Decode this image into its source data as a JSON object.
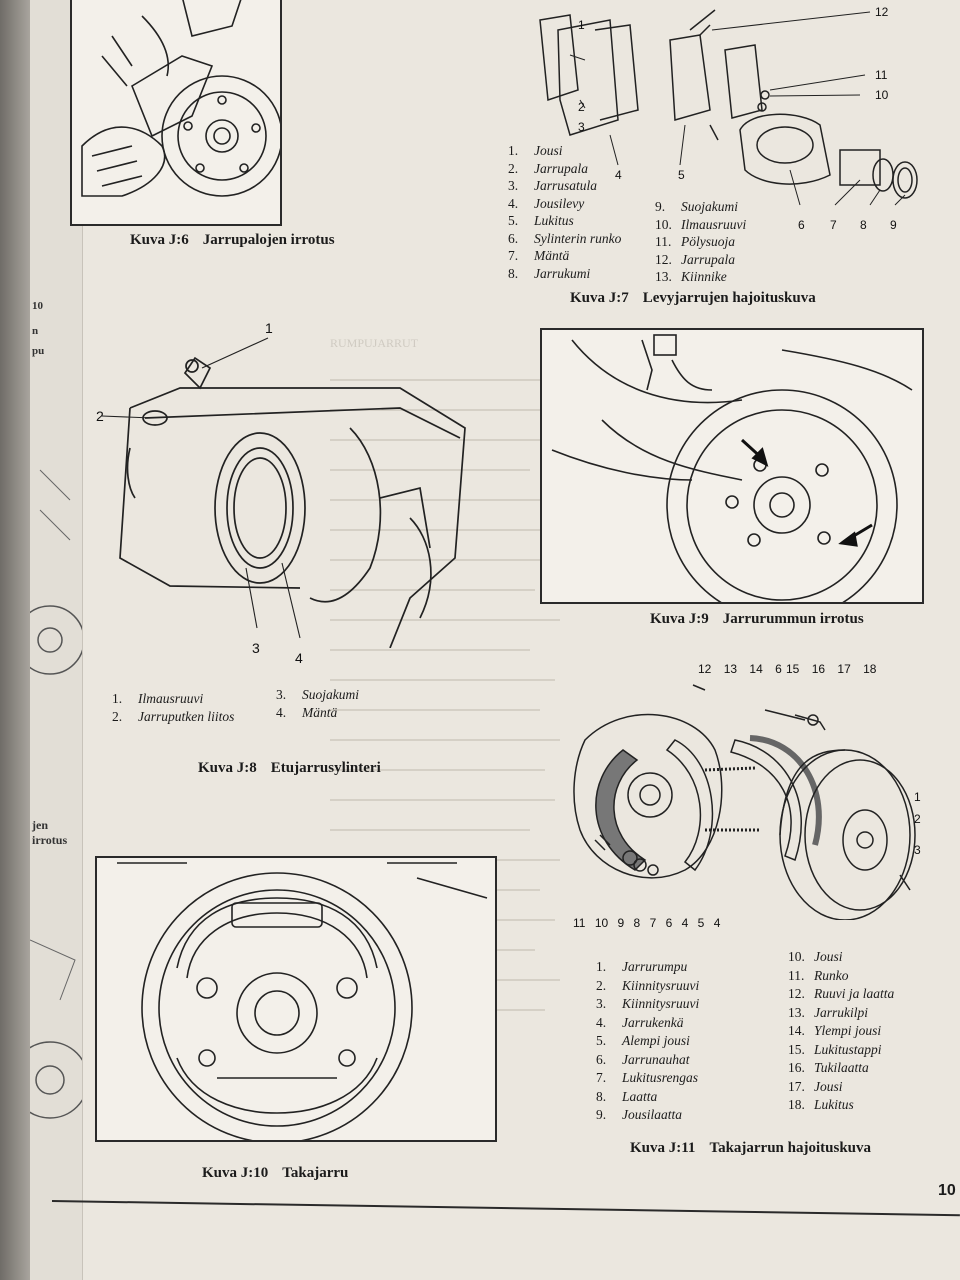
{
  "side_edge": {
    "labels": [
      "10",
      "n",
      "pu",
      "jen irrotus"
    ]
  },
  "fig_j6": {
    "caption_num": "Kuva J:6",
    "caption_title": "Jarrupalojen irrotus"
  },
  "fig_j7": {
    "caption_num": "Kuva J:7",
    "caption_title": "Levyjarrujen hajoituskuva",
    "callouts": [
      "1",
      "2",
      "3",
      "4",
      "5",
      "6",
      "7",
      "8",
      "9",
      "10",
      "11",
      "12"
    ],
    "legend_left": [
      {
        "n": "1.",
        "t": "Jousi"
      },
      {
        "n": "2.",
        "t": "Jarrupala"
      },
      {
        "n": "3.",
        "t": "Jarrusatula"
      },
      {
        "n": "4.",
        "t": "Jousilevy"
      },
      {
        "n": "5.",
        "t": "Lukitus"
      },
      {
        "n": "6.",
        "t": "Sylinterin runko"
      },
      {
        "n": "7.",
        "t": "Mäntä"
      },
      {
        "n": "8.",
        "t": "Jarrukumi"
      }
    ],
    "legend_right": [
      {
        "n": "9.",
        "t": "Suojakumi"
      },
      {
        "n": "10.",
        "t": "Ilmausruuvi"
      },
      {
        "n": "11.",
        "t": "Pölysuoja"
      },
      {
        "n": "12.",
        "t": "Jarrupala"
      },
      {
        "n": "13.",
        "t": "Kiinnike"
      }
    ]
  },
  "fig_j8": {
    "caption_num": "Kuva J:8",
    "caption_title": "Etujarrusylinteri",
    "callouts": [
      "1",
      "2",
      "3",
      "4"
    ],
    "legend_left": [
      {
        "n": "1.",
        "t": "Ilmausruuvi"
      },
      {
        "n": "2.",
        "t": "Jarruputken liitos"
      }
    ],
    "legend_right": [
      {
        "n": "3.",
        "t": "Suojakumi"
      },
      {
        "n": "4.",
        "t": "Mäntä"
      }
    ]
  },
  "fig_j9": {
    "caption_num": "Kuva J:9",
    "caption_title": "Jarrurummun irrotus"
  },
  "fig_j10": {
    "caption_num": "Kuva J:10",
    "caption_title": "Takajarru"
  },
  "fig_j11": {
    "caption_num": "Kuva J:11",
    "caption_title": "Takajarrun hajoituskuva",
    "callouts_top": [
      "12",
      "13",
      "14",
      "6",
      "15",
      "16",
      "17",
      "18"
    ],
    "callouts_bottom": [
      "11",
      "10",
      "9",
      "8",
      "7",
      "6",
      "4",
      "5",
      "4"
    ],
    "callouts_right": [
      "1",
      "2",
      "3"
    ],
    "legend_left": [
      {
        "n": "1.",
        "t": "Jarrurumpu"
      },
      {
        "n": "2.",
        "t": "Kiinnitysruuvi"
      },
      {
        "n": "3.",
        "t": "Kiinnitysruuvi"
      },
      {
        "n": "4.",
        "t": "Jarrukenkä"
      },
      {
        "n": "5.",
        "t": "Alempi jousi"
      },
      {
        "n": "6.",
        "t": "Jarrunauhat"
      },
      {
        "n": "7.",
        "t": "Lukitusrengas"
      },
      {
        "n": "8.",
        "t": "Laatta"
      },
      {
        "n": "9.",
        "t": "Jousilaatta"
      }
    ],
    "legend_right": [
      {
        "n": "10.",
        "t": "Jousi"
      },
      {
        "n": "11.",
        "t": "Runko"
      },
      {
        "n": "12.",
        "t": "Ruuvi ja laatta"
      },
      {
        "n": "13.",
        "t": "Jarrukilpi"
      },
      {
        "n": "14.",
        "t": "Ylempi jousi"
      },
      {
        "n": "15.",
        "t": "Lukitustappi"
      },
      {
        "n": "16.",
        "t": "Tukilaatta"
      },
      {
        "n": "17.",
        "t": "Jousi"
      },
      {
        "n": "18.",
        "t": "Lukitus"
      }
    ]
  },
  "page_number": "10",
  "bleed_text": {
    "heading": "RUMPUJARRUT"
  }
}
